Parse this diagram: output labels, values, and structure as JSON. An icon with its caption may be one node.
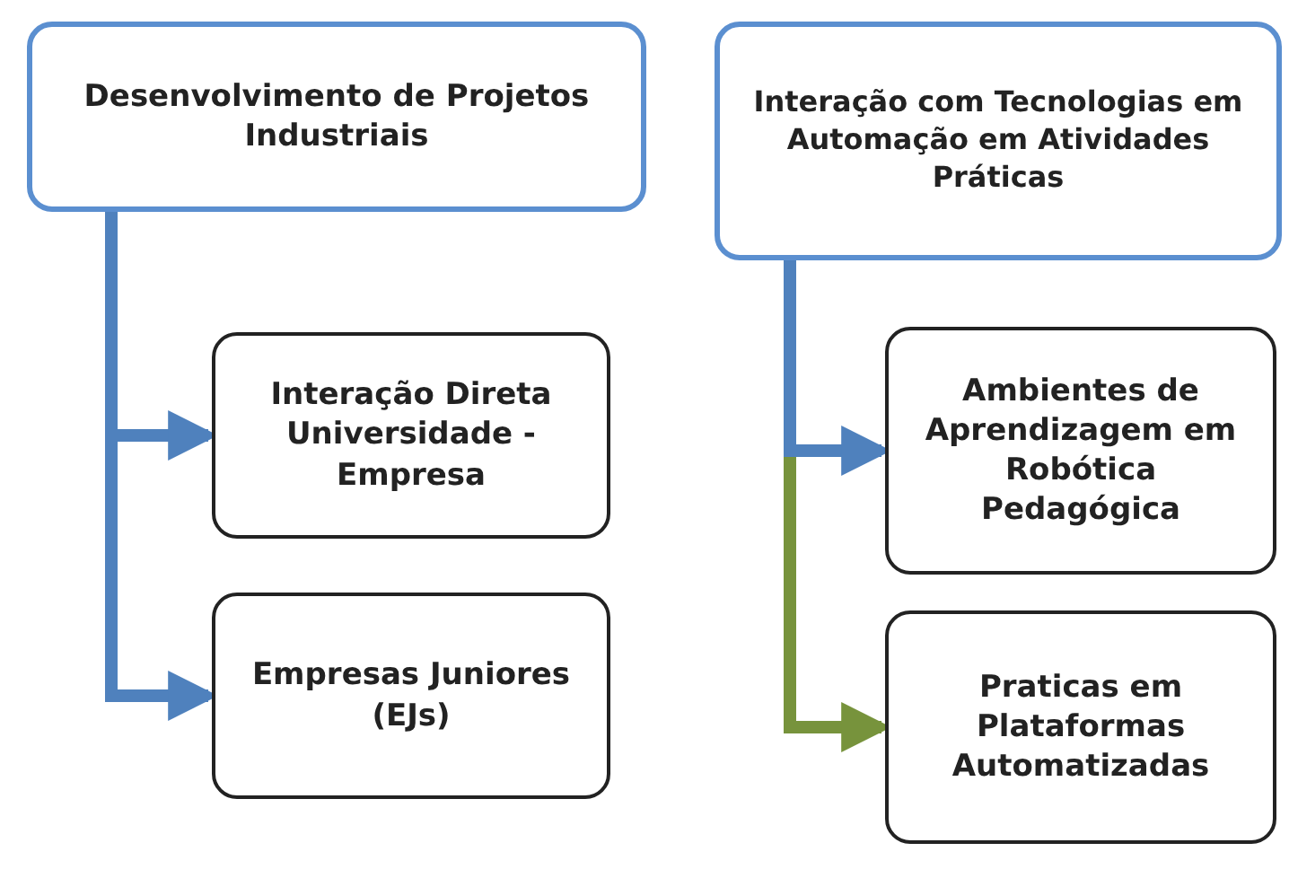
{
  "diagram": {
    "nodes": [
      {
        "text": [
          "Desenvolvimento de Projetos Industriais"
        ]
      },
      {
        "text": [
          "Interação Direta Universidade - Empresa"
        ]
      },
      {
        "text": [
          "Empresas Juniores (EJs)"
        ]
      },
      {
        "text": [
          "Interação com Tecnologias em Automação em Atividades Práticas"
        ]
      },
      {
        "text": [
          "Ambientes de Aprendizagem em Robótica Pedagógica"
        ]
      },
      {
        "text": [
          "Praticas em Plataformas Automatizadas"
        ]
      }
    ],
    "edges": [
      {
        "from": 0,
        "to": 1,
        "arrow": "to"
      },
      {
        "from": 0,
        "to": 2,
        "arrow": "to"
      },
      {
        "from": 3,
        "to": 4,
        "arrow": "to"
      },
      {
        "from": 3,
        "to": 5,
        "arrow": "to",
        "color": "#77933c"
      }
    ]
  }
}
